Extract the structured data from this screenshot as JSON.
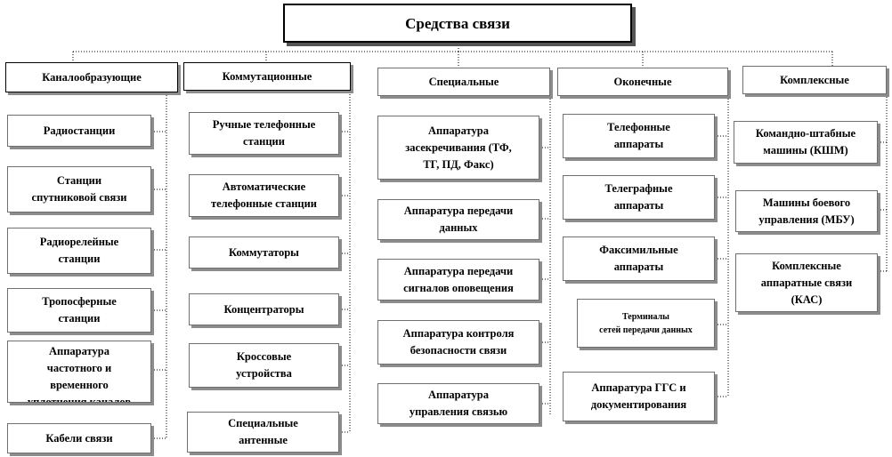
{
  "title": "Средства связи",
  "colors": {
    "border": "#6f6f6f",
    "shadow": "#8c8c8c",
    "line": "#000000",
    "background": "#ffffff"
  },
  "categories": [
    {
      "label": "Каналообразующие",
      "items": [
        "Радиостанции",
        "Станции\nспутниковой связи",
        "Радиорелейные\nстанции",
        "Тропосферные\nстанции",
        "Аппаратура\nчастотного и\nвременного\nуплотнения каналов",
        "Кабели связи"
      ]
    },
    {
      "label": "Коммутационные",
      "items": [
        "Ручные телефонные\nстанции",
        "Автоматические\nтелефонные станции",
        "Коммутаторы",
        "Концентраторы",
        "Кроссовые\nустройства",
        "Специальные\nантенные"
      ]
    },
    {
      "label": "Специальные",
      "items": [
        "Аппаратура\nзасекречивания (ТФ,\nТГ, ПД, Факс)",
        "Аппаратура передачи\nданных",
        "Аппаратура передачи\nсигналов оповещения",
        "Аппаратура контроля\nбезопасности связи",
        "Аппаратура\nуправления связью"
      ]
    },
    {
      "label": "Оконечные",
      "items": [
        "Телефонные\nаппараты",
        "Телеграфные\nаппараты",
        "Факсимильные\nаппараты",
        "Терминалы\nсетей передачи данных",
        "Аппаратура ГГС и\nдокументирования"
      ]
    },
    {
      "label": "Комплексные",
      "items": [
        "Командно-штабные\nмашины (КШМ)",
        "Машины боевого\nуправления (МБУ)",
        "Комплексные\nаппаратные связи\n(КАС)"
      ]
    }
  ]
}
